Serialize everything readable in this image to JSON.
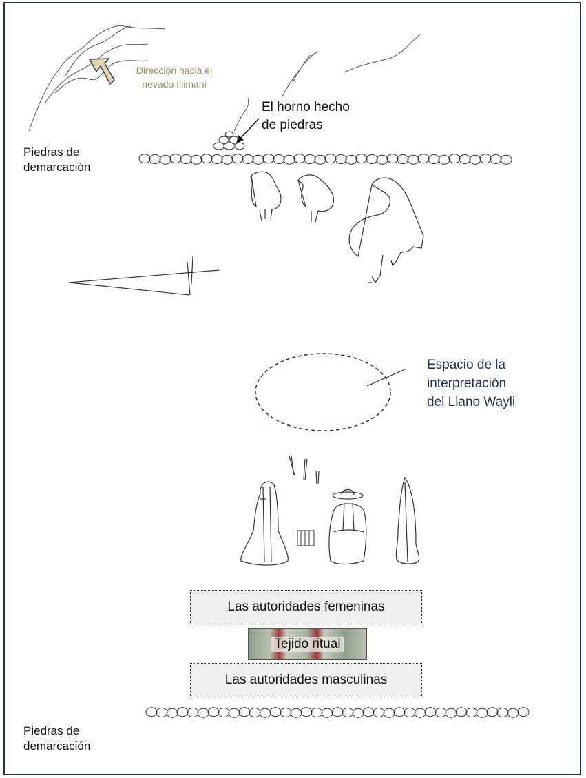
{
  "colors": {
    "frame": "#1f2f57",
    "direction_text": "#9b8a5a",
    "direction_arrow_fill": "#e4d4a8",
    "space_text": "#1f2f57",
    "dashed_ellipse": "#1f2f57",
    "sketch": "#333333"
  },
  "labels": {
    "direction": [
      "Dirección hacia el",
      "nevado Illimani"
    ],
    "oven": [
      "El horno hecho",
      "de piedras"
    ],
    "stones_top": [
      "Piedras de",
      "demarcación"
    ],
    "stones_bottom": [
      "Piedras de",
      "demarcación"
    ],
    "space": [
      "Espacio de la",
      "interpretación",
      "del  Llano Wayli"
    ]
  },
  "boxes": {
    "female": "Las autoridades femeninas",
    "weaving": "Tejido ritual",
    "male": "Las autoridades masculinas"
  },
  "icons": [
    "mountain-sketch",
    "direction-arrow-icon",
    "oven-arrow-icon",
    "stone-row",
    "llama-sketch",
    "flag-sketch",
    "woman-figure",
    "man-figure",
    "bundle-sketch"
  ]
}
